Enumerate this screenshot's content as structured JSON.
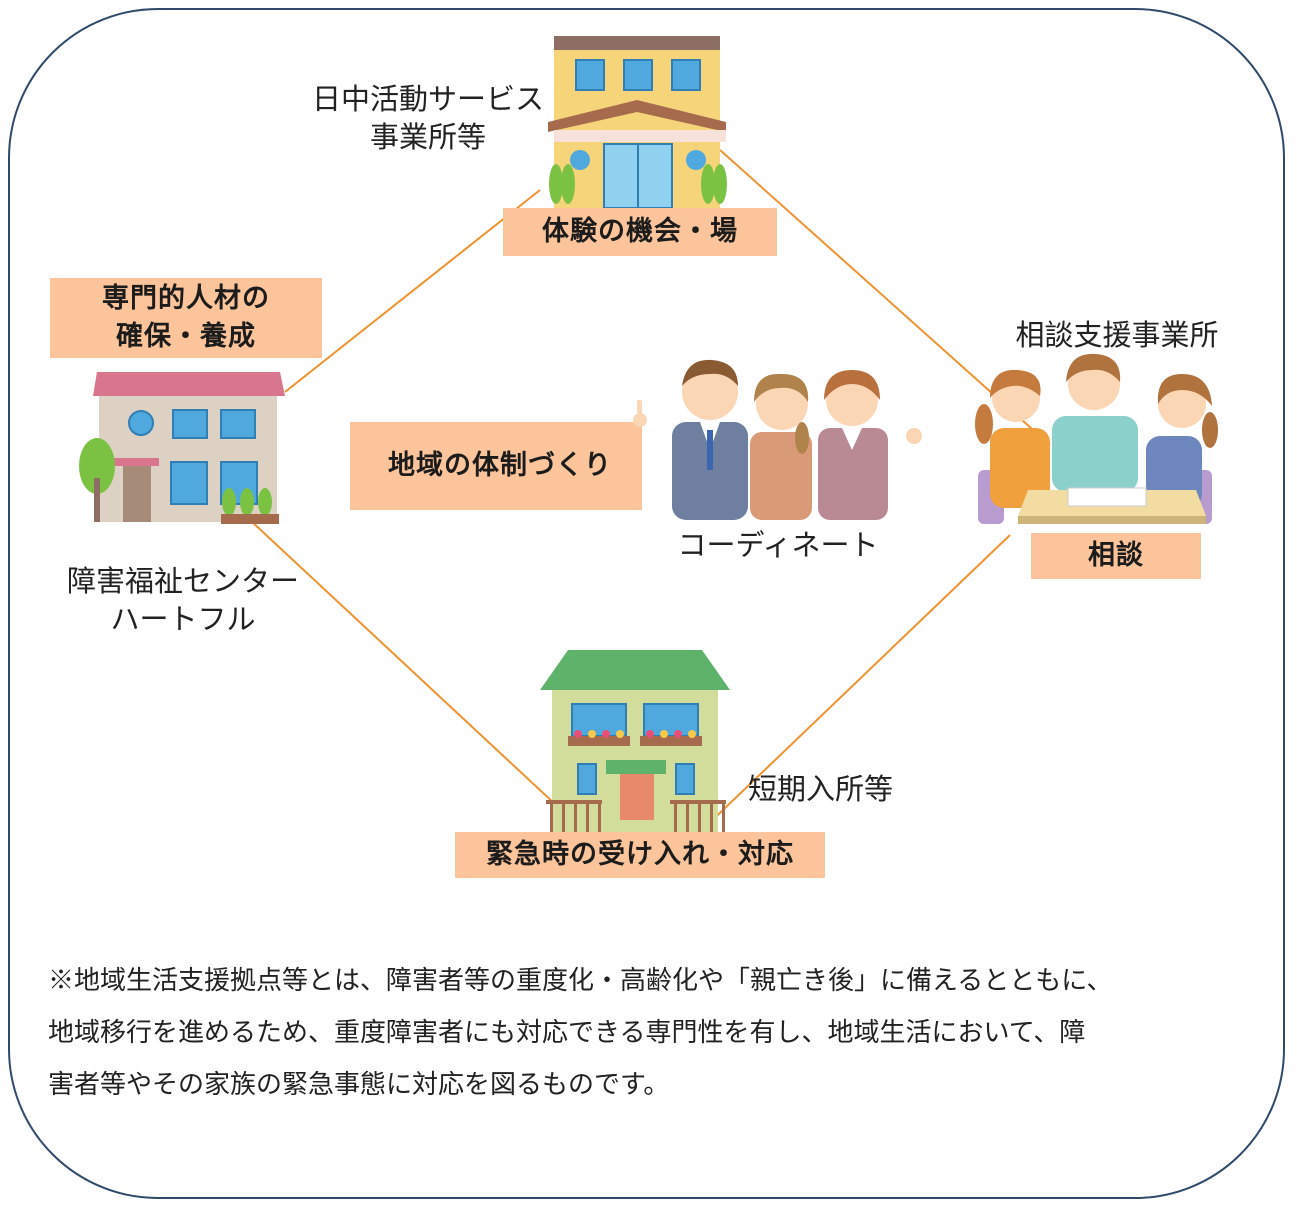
{
  "nodes": {
    "day_activity": {
      "name_line1": "日中活動サービス",
      "name_line2": "事業所等",
      "tag": "体験の機会・場"
    },
    "welfare_center": {
      "name_line1": "障害福祉センター",
      "name_line2": "ハートフル",
      "tag_line1": "専門的人材の",
      "tag_line2": "確保・養成"
    },
    "consultation": {
      "name": "相談支援事業所",
      "tag": "相談"
    },
    "short_stay": {
      "name": "短期入所等",
      "tag": "緊急時の受け入れ・対応"
    },
    "coordination": {
      "tag": "地域の体制づくり",
      "caption": "コーディネート"
    }
  },
  "note": {
    "lines": [
      "※地域生活支援拠点等とは、障害者等の重度化・高齢化や「親亡き後」に備えるとともに、",
      "地域移行を進めるため、重度障害者にも対応できる専門性を有し、地域生活において、障",
      "害者等やその家族の緊急事態に対応を図るものです。"
    ]
  },
  "colors": {
    "frame": "#2f4a6a",
    "connector": "#f0922e",
    "tag_fill": "#fbc49a"
  }
}
